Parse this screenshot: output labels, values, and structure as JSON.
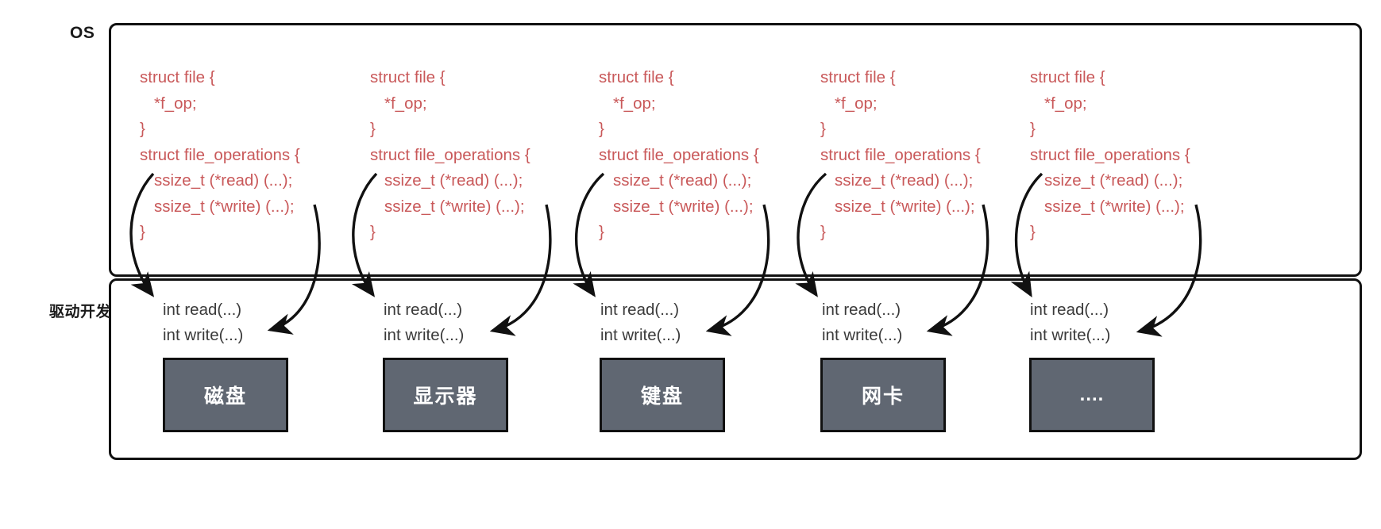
{
  "diagram": {
    "title_labels": {
      "os": "OS",
      "driver": "驱动开发"
    },
    "colors": {
      "code_red": "#c9595a",
      "device_box_fill": "#606772",
      "device_box_text": "#ffffff",
      "border": "#111111",
      "driver_code_text": "#3a3a3a",
      "background": "#ffffff"
    },
    "os_code_lines": [
      "struct file {",
      "*f_op;",
      "}",
      "struct file_operations {",
      "ssize_t (*read) (...);",
      "ssize_t (*write) (...);",
      "}"
    ],
    "driver_code_lines": [
      "int  read(...)",
      "int  write(...)"
    ],
    "columns": [
      {
        "id": "disk",
        "device_label": "磁盘",
        "os_code": {
          "l1": "struct file {",
          "l2": "*f_op;",
          "l3": "}",
          "l4": "struct file_operations {",
          "l5": "ssize_t (*read) (...);",
          "l6": "ssize_t (*write) (...);",
          "l7": "}"
        },
        "driver_code": {
          "read": "int  read(...)",
          "write": "int  write(...)"
        }
      },
      {
        "id": "monitor",
        "device_label": "显示器",
        "os_code": {
          "l1": "struct file {",
          "l2": "*f_op;",
          "l3": "}",
          "l4": "struct file_operations {",
          "l5": "ssize_t (*read) (...);",
          "l6": "ssize_t (*write) (...);",
          "l7": "}"
        },
        "driver_code": {
          "read": "int  read(...)",
          "write": "int  write(...)"
        }
      },
      {
        "id": "keyboard",
        "device_label": "键盘",
        "os_code": {
          "l1": "struct file {",
          "l2": "*f_op;",
          "l3": "}",
          "l4": "struct file_operations {",
          "l5": "ssize_t (*read) (...);",
          "l6": "ssize_t (*write) (...);",
          "l7": "}"
        },
        "driver_code": {
          "read": "int  read(...)",
          "write": "int  write(...)"
        }
      },
      {
        "id": "nic",
        "device_label": "网卡",
        "os_code": {
          "l1": "struct file {",
          "l2": "*f_op;",
          "l3": "}",
          "l4": "struct file_operations {",
          "l5": "ssize_t (*read) (...);",
          "l6": "ssize_t (*write) (...);",
          "l7": "}"
        },
        "driver_code": {
          "read": "int  read(...)",
          "write": "int  write(...)"
        }
      },
      {
        "id": "other",
        "device_label": "....",
        "os_code": {
          "l1": "struct file {",
          "l2": "*f_op;",
          "l3": "}",
          "l4": "struct file_operations {",
          "l5": "ssize_t (*read) (...);",
          "l6": "ssize_t (*write) (...);",
          "l7": "}"
        },
        "driver_code": {
          "read": "int  read(...)",
          "write": "int  write(...)"
        }
      }
    ]
  }
}
